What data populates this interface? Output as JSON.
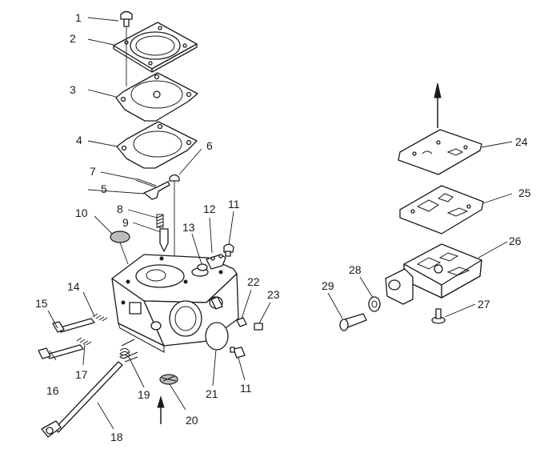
{
  "diagram": {
    "callouts": [
      {
        "id": "c1",
        "label": "1"
      },
      {
        "id": "c2",
        "label": "2"
      },
      {
        "id": "c3",
        "label": "3"
      },
      {
        "id": "c4",
        "label": "4"
      },
      {
        "id": "c5",
        "label": "5"
      },
      {
        "id": "c6",
        "label": "6"
      },
      {
        "id": "c7",
        "label": "7"
      },
      {
        "id": "c8",
        "label": "8"
      },
      {
        "id": "c9",
        "label": "9"
      },
      {
        "id": "c10",
        "label": "10"
      },
      {
        "id": "c11a",
        "label": "11"
      },
      {
        "id": "c11b",
        "label": "11"
      },
      {
        "id": "c12",
        "label": "12"
      },
      {
        "id": "c13",
        "label": "13"
      },
      {
        "id": "c14",
        "label": "14"
      },
      {
        "id": "c15",
        "label": "15"
      },
      {
        "id": "c16",
        "label": "16"
      },
      {
        "id": "c17",
        "label": "17"
      },
      {
        "id": "c18",
        "label": "18"
      },
      {
        "id": "c19",
        "label": "19"
      },
      {
        "id": "c20",
        "label": "20"
      },
      {
        "id": "c21",
        "label": "21"
      },
      {
        "id": "c22",
        "label": "22"
      },
      {
        "id": "c23",
        "label": "23"
      },
      {
        "id": "c24",
        "label": "24"
      },
      {
        "id": "c25",
        "label": "25"
      },
      {
        "id": "c26",
        "label": "26"
      },
      {
        "id": "c27",
        "label": "27"
      },
      {
        "id": "c28",
        "label": "28"
      },
      {
        "id": "c29",
        "label": "29"
      }
    ]
  }
}
